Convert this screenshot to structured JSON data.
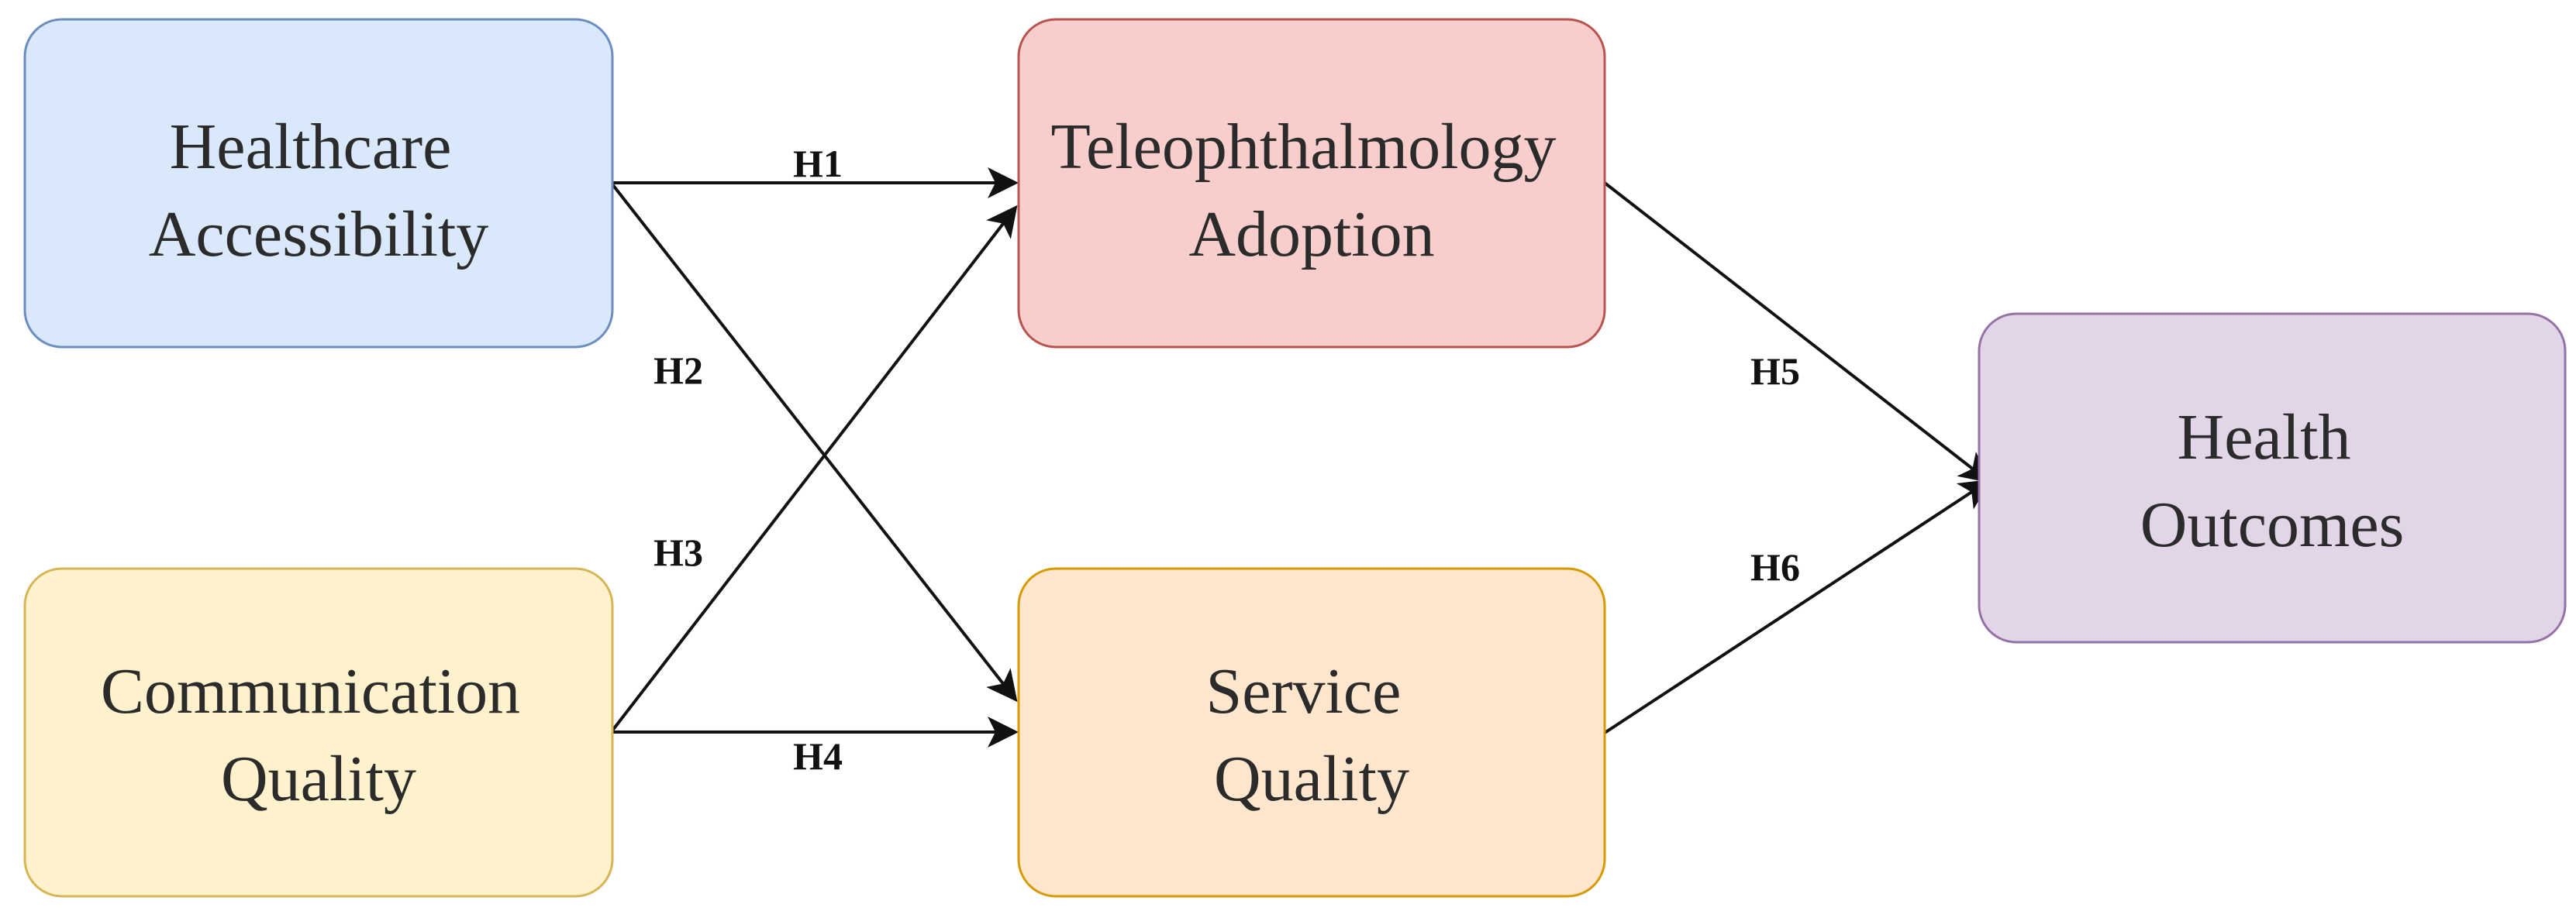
{
  "nodes": [
    {
      "id": "healthcare-accessibility",
      "lines": [
        "Healthcare",
        "Accessibility"
      ],
      "fill": "#dae8fc",
      "stroke": "#6c8ebf"
    },
    {
      "id": "communication-quality",
      "lines": [
        "Communication",
        "Quality"
      ],
      "fill": "#fff2cc",
      "stroke": "#d6b656"
    },
    {
      "id": "teleophthalmology-adoption",
      "lines": [
        "Teleophthalmology",
        "Adoption"
      ],
      "fill": "#f8cecc",
      "stroke": "#b85450"
    },
    {
      "id": "service-quality",
      "lines": [
        "Service",
        "Quality"
      ],
      "fill": "#ffe6cc",
      "stroke": "#d79b00"
    },
    {
      "id": "health-outcomes",
      "lines": [
        "Health",
        "Outcomes"
      ],
      "fill": "#e1d5e7",
      "stroke": "#9673a6"
    }
  ],
  "edges": [
    {
      "label": "H1",
      "from": "healthcare-accessibility",
      "to": "teleophthalmology-adoption"
    },
    {
      "label": "H2",
      "from": "healthcare-accessibility",
      "to": "service-quality"
    },
    {
      "label": "H3",
      "from": "communication-quality",
      "to": "teleophthalmology-adoption"
    },
    {
      "label": "H4",
      "from": "communication-quality",
      "to": "service-quality"
    },
    {
      "label": "H5",
      "from": "teleophthalmology-adoption",
      "to": "health-outcomes"
    },
    {
      "label": "H6",
      "from": "service-quality",
      "to": "health-outcomes"
    }
  ],
  "line_color": "#111111"
}
